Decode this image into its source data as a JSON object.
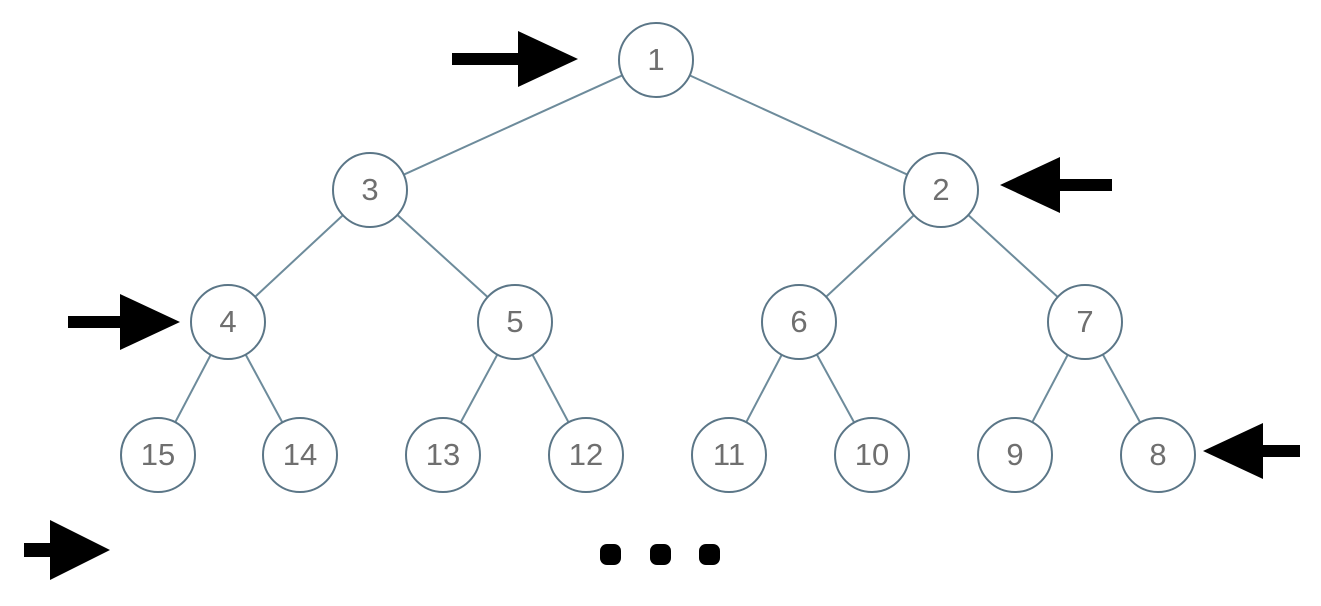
{
  "tree": {
    "nodes": [
      {
        "id": "1",
        "label": "1",
        "level": 1
      },
      {
        "id": "3",
        "label": "3",
        "level": 2
      },
      {
        "id": "2",
        "label": "2",
        "level": 2
      },
      {
        "id": "4",
        "label": "4",
        "level": 3
      },
      {
        "id": "5",
        "label": "5",
        "level": 3
      },
      {
        "id": "6",
        "label": "6",
        "level": 3
      },
      {
        "id": "7",
        "label": "7",
        "level": 3
      },
      {
        "id": "15",
        "label": "15",
        "level": 4
      },
      {
        "id": "14",
        "label": "14",
        "level": 4
      },
      {
        "id": "13",
        "label": "13",
        "level": 4
      },
      {
        "id": "12",
        "label": "12",
        "level": 4
      },
      {
        "id": "11",
        "label": "11",
        "level": 4
      },
      {
        "id": "10",
        "label": "10",
        "level": 4
      },
      {
        "id": "9",
        "label": "9",
        "level": 4
      },
      {
        "id": "8",
        "label": "8",
        "level": 4
      }
    ],
    "edges": [
      [
        "1",
        "3"
      ],
      [
        "1",
        "2"
      ],
      [
        "3",
        "4"
      ],
      [
        "3",
        "5"
      ],
      [
        "2",
        "6"
      ],
      [
        "2",
        "7"
      ],
      [
        "4",
        "15"
      ],
      [
        "4",
        "14"
      ],
      [
        "5",
        "13"
      ],
      [
        "5",
        "12"
      ],
      [
        "6",
        "11"
      ],
      [
        "6",
        "10"
      ],
      [
        "7",
        "9"
      ],
      [
        "7",
        "8"
      ]
    ]
  },
  "arrows": [
    {
      "name": "level-1-arrow",
      "direction": "right",
      "points_at_node": "1"
    },
    {
      "name": "level-2-arrow",
      "direction": "left",
      "points_at_node": "2"
    },
    {
      "name": "level-3-arrow",
      "direction": "right",
      "points_at_node": "4"
    },
    {
      "name": "level-4-arrow",
      "direction": "left",
      "points_at_node": "8"
    },
    {
      "name": "next-level-arrow",
      "direction": "right",
      "points_at_node": null
    }
  ],
  "continuation": {
    "ellipsis_dots": 3
  },
  "colors": {
    "node_border": "#5b7687",
    "edge_line": "#6d8b9b",
    "node_text": "#6f6f6f",
    "arrow": "#000000",
    "background": "#ffffff"
  }
}
